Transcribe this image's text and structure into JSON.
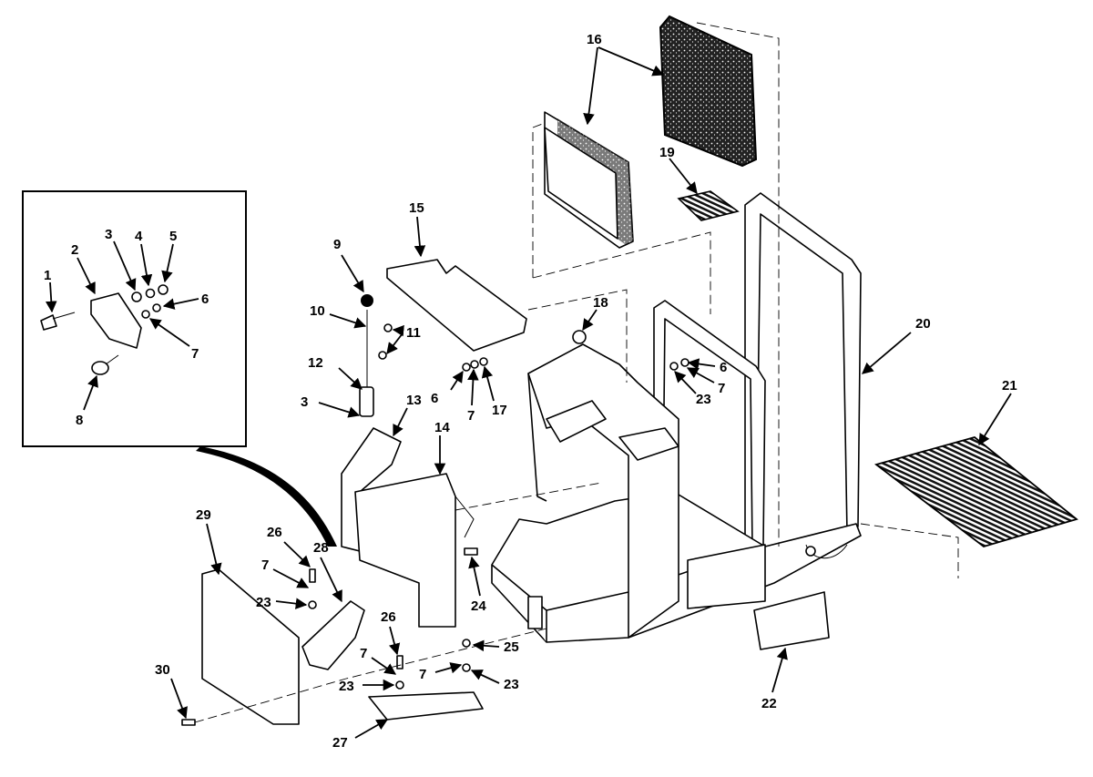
{
  "diagram": {
    "callouts": [
      "1",
      "2",
      "3",
      "4",
      "5",
      "6",
      "7",
      "8",
      "9",
      "10",
      "11",
      "12",
      "3",
      "13",
      "14",
      "15",
      "16",
      "18",
      "6",
      "7",
      "17",
      "19",
      "20",
      "6",
      "7",
      "23",
      "21",
      "29",
      "26",
      "28",
      "7",
      "23",
      "24",
      "26",
      "25",
      "7",
      "23",
      "7",
      "23",
      "30",
      "27",
      "22"
    ]
  }
}
